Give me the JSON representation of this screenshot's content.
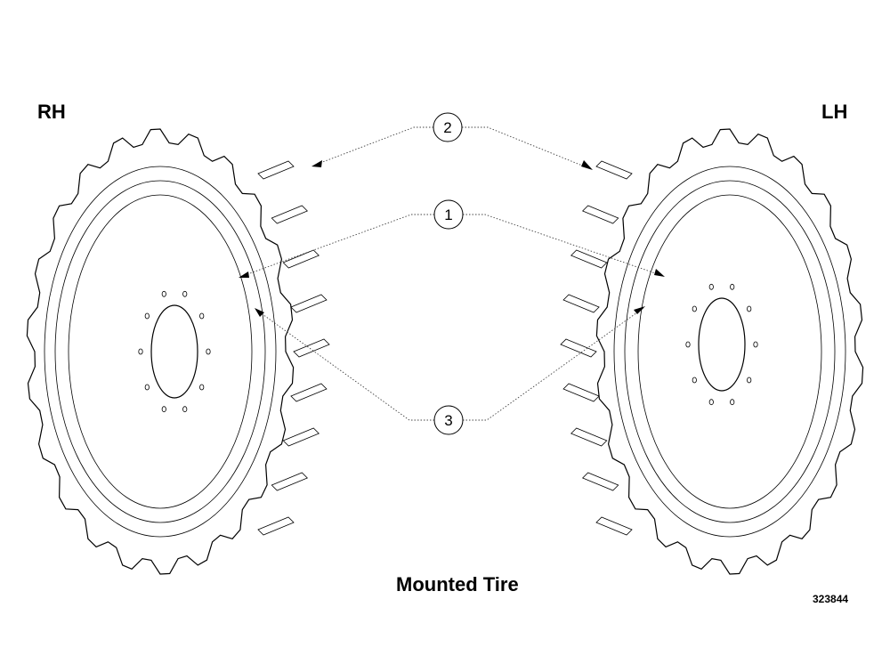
{
  "labels": {
    "right_hand": "RH",
    "left_hand": "LH",
    "title": "Mounted Tire",
    "figure_number": "323844"
  },
  "callouts": [
    "1",
    "2",
    "3"
  ],
  "icons": {
    "rh_tire": "tire-rh-illustration",
    "lh_tire": "tire-lh-illustration"
  }
}
